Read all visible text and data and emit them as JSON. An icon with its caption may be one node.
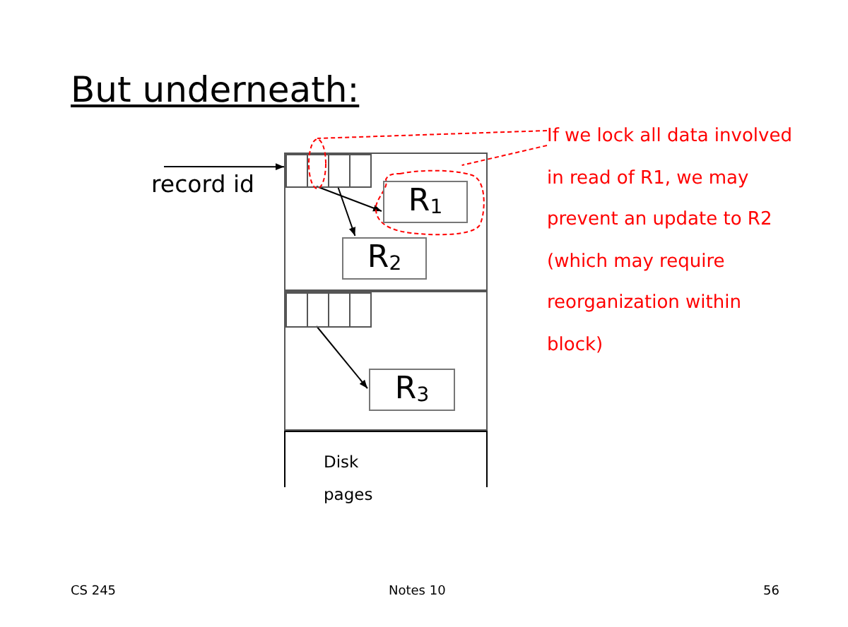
{
  "diagram": {
    "title": "But underneath:",
    "nodes": [
      {
        "text": [],
        "shape": "box"
      },
      {
        "text": [],
        "shape": "box",
        "in": 0
      },
      {
        "text": [],
        "shape": "box",
        "in": 0
      },
      {
        "text": [],
        "shape": "box",
        "in": 0
      },
      {
        "text": [],
        "shape": "box",
        "in": 0
      },
      {
        "text": [],
        "shape": "cloud",
        "in": 0
      },
      {
        "text": [
          "R$_{1}$"
        ],
        "in": 5
      },
      {
        "text": [
          "R$_{2}$"
        ],
        "in": 0
      },
      {
        "text": [],
        "shape": "box"
      },
      {
        "text": [],
        "shape": "box",
        "in": 8
      },
      {
        "text": [],
        "shape": "box",
        "in": 8
      },
      {
        "text": [],
        "shape": "box",
        "in": 8
      },
      {
        "text": [],
        "shape": "box",
        "in": 8
      },
      {
        "text": [
          "R$_{3}$"
        ],
        "in": 8
      },
      {
        "text": [
          "Disk pages"
        ]
      },
      {
        "text": [
          "If we lock all data involved in read of R1, we may prevent an update to R2 (which may require reorganization within block)"
        ]
      },
      {
        "text": [],
        "shape": "circle"
      }
    ],
    "edges": [
      {
        "from": null,
        "to": 1,
        "arrow": "to",
        "label": "record id"
      },
      {
        "from": 2,
        "to": 6,
        "arrow": "to"
      },
      {
        "from": 3,
        "to": 7,
        "arrow": "to"
      },
      {
        "from": 10,
        "to": 13,
        "arrow": "to"
      },
      {
        "from": 15,
        "to": 16,
        "arrow": "none",
        "style": "dashed",
        "color": "#ff0000"
      },
      {
        "from": 15,
        "to": 5,
        "arrow": "none",
        "style": "dashed",
        "color": "#ff0000"
      }
    ],
    "labels": [
      "CS 245",
      "Notes 10",
      "56"
    ]
  }
}
